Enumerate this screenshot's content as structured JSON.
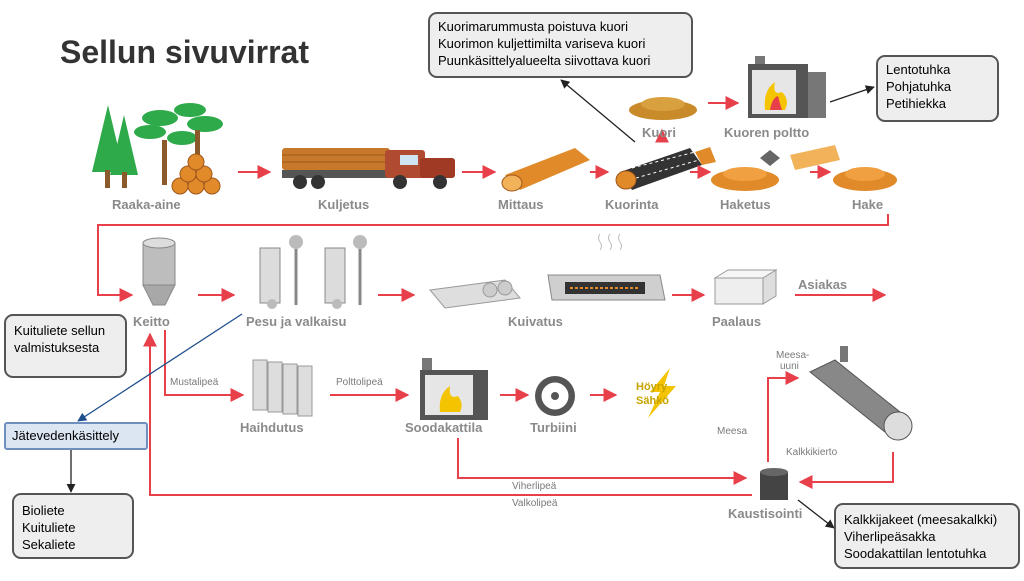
{
  "title": "Sellun sivuvirrat",
  "process_steps": {
    "raaka_aine": "Raaka-aine",
    "kuljetus": "Kuljetus",
    "mittaus": "Mittaus",
    "kuorinta": "Kuorinta",
    "kuori": "Kuori",
    "kuoren_poltto": "Kuoren poltto",
    "haketus": "Haketus",
    "hake": "Hake",
    "keitto": "Keitto",
    "pesu": "Pesu ja valkaisu",
    "kuivatus": "Kuivatus",
    "paalaus": "Paalaus",
    "asiakas": "Asiakas",
    "haihdutus": "Haihdutus",
    "soodakattila": "Soodakattila",
    "turbiini": "Turbiini",
    "hoyry": "Höyry",
    "sahko": "Sähkö",
    "kaustisointi": "Kaustisointi",
    "meesauuni_1": "Meesa-",
    "meesauuni_2": "uuni"
  },
  "flow_labels": {
    "mustalipea": "Mustalipeä",
    "polttolipea": "Polttolipeä",
    "viherlipea": "Viherlipeä",
    "valkolipea": "Valkolipeä",
    "meesa": "Meesa",
    "kalkkikierto": "Kalkkikierto"
  },
  "callouts": {
    "kuori": [
      "Kuorimarummusta poistuva kuori",
      "Kuorimon kuljettimilta variseva kuori",
      "Puunkäsittelyalueelta siivottava kuori"
    ],
    "tuhka": [
      "Lentotuhka",
      "Pohjatuhka",
      "Petihiekka"
    ],
    "kuituliete": [
      "Kuituliete sellun",
      "valmistuksesta"
    ],
    "jatevesi": "Jätevedenkäsittely",
    "lietteet": [
      "Bioliete",
      "Kuituliete",
      "Sekaliete"
    ],
    "kalkki": [
      "Kalkkijakeet (meesakalkki)",
      "Viherlipeäsakka",
      "Soodakattilan lentotuhka"
    ]
  },
  "colors": {
    "arrow": "#e8404a",
    "label": "#8a8a8a",
    "callout_border": "#555555",
    "callout_fill": "#eeeeee",
    "blue_box": "#dce6f2",
    "tree": "#2eaa4a",
    "wood": "#e08a2a",
    "truck": "#b04a30",
    "flame": "#f4c400"
  }
}
